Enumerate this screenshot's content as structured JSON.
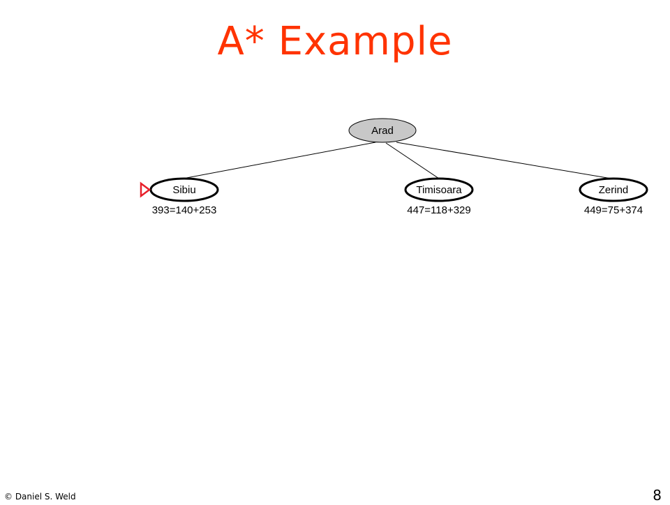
{
  "slide": {
    "title": "A* Example",
    "title_color": "#ff3300"
  },
  "tree": {
    "root": {
      "label": "Arad",
      "fill": "#c8c8c8",
      "state": "expanded"
    },
    "children": [
      {
        "label": "Sibiu",
        "score": "393=140+253",
        "selected": true
      },
      {
        "label": "Timisoara",
        "score": "447=118+329",
        "selected": false
      },
      {
        "label": "Zerind",
        "score": "449=75+374",
        "selected": false
      }
    ],
    "marker": {
      "icon": "triangle-pointer-icon",
      "color": "#e8202a"
    }
  },
  "footer": {
    "copyright": "© Daniel S. Weld",
    "page_number": "8"
  }
}
